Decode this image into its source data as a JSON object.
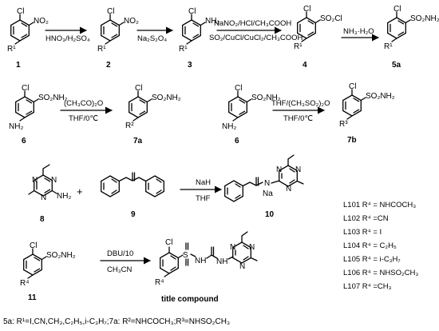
{
  "compounds": {
    "c1": {
      "number": "1",
      "sub_top": "Cl",
      "sub_meta": "NO₂",
      "sub_bottom": "R¹"
    },
    "c2": {
      "number": "2",
      "sub_top": "Cl",
      "sub_meta": "NO₂",
      "sub_bottom": "R¹"
    },
    "c3": {
      "number": "3",
      "sub_top": "Cl",
      "sub_meta": "NH₂",
      "sub_bottom": "R¹"
    },
    "c4": {
      "number": "4",
      "sub_top": "Cl",
      "sub_meta": "SO₂Cl",
      "sub_bottom": "R¹"
    },
    "c5a": {
      "number": "5a",
      "sub_top": "Cl",
      "sub_meta": "SO₂NH₂",
      "sub_bottom": "R¹"
    },
    "c6": {
      "number": "6",
      "sub_top": "Cl",
      "sub_meta": "SO₂NH₂",
      "sub_bottom": "NH₂"
    },
    "c7a": {
      "number": "7a",
      "sub_top": "Cl",
      "sub_meta": "SO₂NH₂",
      "sub_bottom": "R²"
    },
    "c6b": {
      "number": "6",
      "sub_top": "Cl",
      "sub_meta": "SO₂NH₂",
      "sub_bottom": "NH₂"
    },
    "c7b": {
      "number": "7b",
      "sub_top": "Cl",
      "sub_meta": "SO₂NH₂",
      "sub_bottom": "R³"
    },
    "c8": {
      "number": "8",
      "nh2": "NH₂"
    },
    "c9": {
      "number": "9"
    },
    "c10": {
      "number": "10",
      "na": "Na",
      "n": "N"
    },
    "c11": {
      "number": "11",
      "sub_top": "Cl",
      "sub_meta": "SO₂NH₂",
      "sub_bottom": "R⁴"
    },
    "product": {
      "label": "title compound",
      "sub_top": "Cl",
      "sub_bottom": "R⁴",
      "s": "S",
      "nh": "NH",
      "nh2": "NH"
    }
  },
  "triazine_atoms": {
    "n": "N"
  },
  "reagents": {
    "r1": "HNO₃/H₂SO₄",
    "r2": "Na₂S₂O₄",
    "r3_top": "NaNO₂/HCl/CH₃COOH",
    "r3_bottom": "SO₂/CuCl/CuCl₂/CH₃COOH",
    "r4": "NH₃·H₂O",
    "r5_top": "(CH₃CO)₂O",
    "r5_bottom": "THF/0℃",
    "r6_top": "THF/(CH₃SO₂)₂O",
    "r6_bottom": "THF/0℃",
    "r7_top": "NaH",
    "r7_bottom": "THF",
    "r8_top": "DBU/10",
    "r8_bottom": "CH₃CN",
    "plus": "+"
  },
  "legend": [
    "L101 R⁴ = NHCOCH₃",
    "L102 R⁴ =CN",
    "L103 R⁴ = I",
    "L104 R⁴ = C₂H₅",
    "L105 R⁴ = i-C₃H₇",
    "L106 R⁴ = NHSO₂CH₃",
    "L107 R⁴ =CH₃"
  ],
  "footnote": "5a: R¹=I,CN,CH₃,C₂H₅,i-C₃H₇;7a: R²=NHCOCH₃;R³=NHSO₂CH₃"
}
